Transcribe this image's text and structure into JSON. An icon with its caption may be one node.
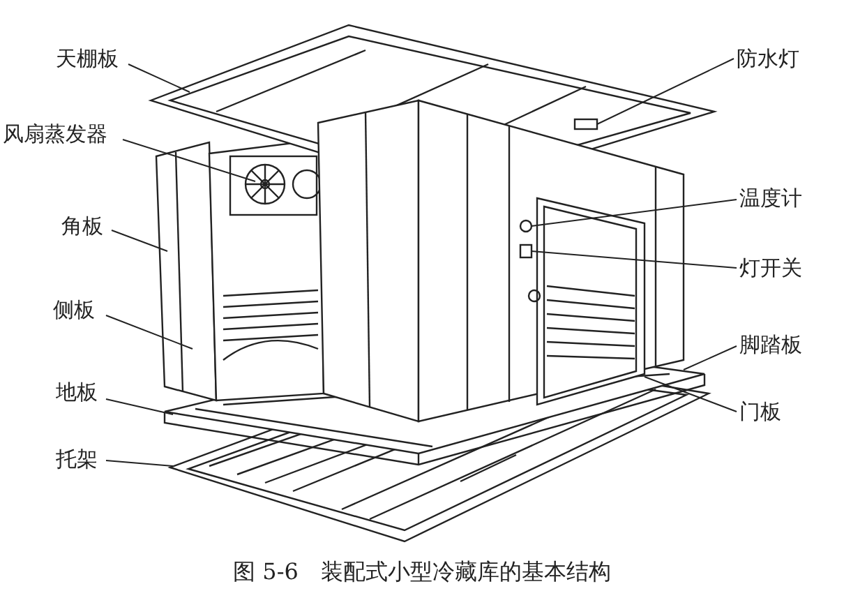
{
  "diagram": {
    "caption": "图 5-6　装配式小型冷藏库的基本结构",
    "nodes": [
      {
        "text": [
          "天棚板"
        ]
      },
      {
        "text": [
          "风扇蒸发器"
        ]
      },
      {
        "text": [
          "角板"
        ]
      },
      {
        "text": [
          "侧板"
        ]
      },
      {
        "text": [
          "地板"
        ]
      },
      {
        "text": [
          "托架"
        ]
      },
      {
        "text": [
          "防水灯"
        ]
      },
      {
        "text": [
          "温度计"
        ]
      },
      {
        "text": [
          "灯开关"
        ]
      },
      {
        "text": [
          "脚踏板"
        ]
      },
      {
        "text": [
          "门板"
        ]
      },
      {
        "text": [],
        "shape": "box"
      },
      {
        "text": [],
        "shape": "circle"
      },
      {
        "text": [],
        "shape": "box"
      }
    ],
    "edges": [
      {
        "from": 0,
        "to": null,
        "arrow": "none"
      },
      {
        "from": 1,
        "to": null,
        "arrow": "none"
      },
      {
        "from": 2,
        "to": null,
        "arrow": "none"
      },
      {
        "from": 3,
        "to": null,
        "arrow": "none"
      },
      {
        "from": 4,
        "to": null,
        "arrow": "none"
      },
      {
        "from": 5,
        "to": null,
        "arrow": "none"
      },
      {
        "from": 6,
        "to": 11,
        "arrow": "none"
      },
      {
        "from": 7,
        "to": 12,
        "arrow": "none"
      },
      {
        "from": 8,
        "to": 13,
        "arrow": "none"
      },
      {
        "from": 9,
        "to": null,
        "arrow": "none"
      },
      {
        "from": 10,
        "to": null,
        "arrow": "none"
      }
    ]
  }
}
